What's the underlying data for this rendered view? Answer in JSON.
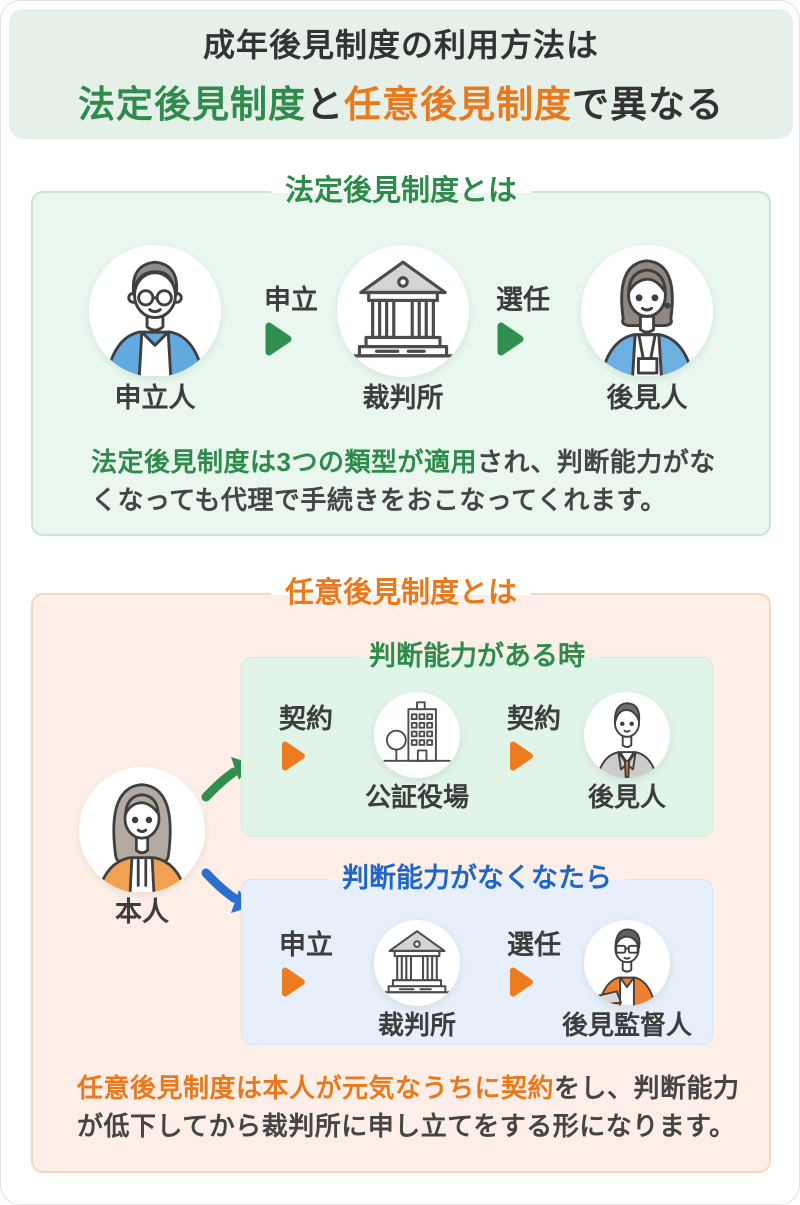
{
  "title": {
    "line1": "成年後見制度の利用方法は",
    "line2_green": "法定後見制度",
    "line2_mid": "と",
    "line2_orange": "任意後見制度",
    "line2_end": "で異なる"
  },
  "legal": {
    "header": "法定後見制度とは",
    "applicant_label": "申立人",
    "step1": "申立",
    "court_label": "裁判所",
    "step2": "選任",
    "guardian_label": "後見人",
    "desc_highlight": "法定後見制度は3つの類型が適用",
    "desc_rest": "され、判断能力がな\nくなっても代理で手続きをおこなってくれます。"
  },
  "voluntary": {
    "header": "任意後見制度とは",
    "person_label": "本人",
    "capable": {
      "header": "判断能力がある時",
      "step1": "契約",
      "notary_label": "公証役場",
      "step2": "契約",
      "guardian_label": "後見人"
    },
    "incapable": {
      "header": "判断能力がなくなたら",
      "step1": "申立",
      "court_label": "裁判所",
      "step2": "選任",
      "supervisor_label": "後見監督人"
    },
    "desc_highlight": "任意後見制度は本人が元気なうちに契約",
    "desc_rest": "をし、判断能力\nが低下してから裁判所に申し立てをする形になります。"
  },
  "icons": {
    "applicant": "elderly-man-glasses-avatar",
    "court": "courthouse-icon",
    "legal_guardian": "woman-id-badge-avatar",
    "notary": "office-building-tree-icon",
    "voluntary_guardian": "suit-man-orange-tie-avatar",
    "principal": "woman-orange-cardigan-avatar",
    "supervisor": "glasses-man-laptop-avatar",
    "step_arrow": "play-triangle-icon",
    "to_capable": "curved-arrow-up-right-icon",
    "to_incapable": "curved-arrow-down-right-icon"
  },
  "colors": {
    "green": "#2e8b4c",
    "orange": "#e8791d",
    "blue": "#1f66c6",
    "arrow_green": "#2e8f4f",
    "arrow_orange": "#ee7c1f",
    "arrow_blue": "#2b6fd0",
    "text_dark": "#3d3d3d",
    "title_bg": "#e5f1e8",
    "legal_box_bg": "#e9f7ef",
    "voluntary_box_bg": "#fdefe7",
    "capable_box_bg": "#e0f4e8",
    "incapable_box_bg": "#e6effa"
  }
}
